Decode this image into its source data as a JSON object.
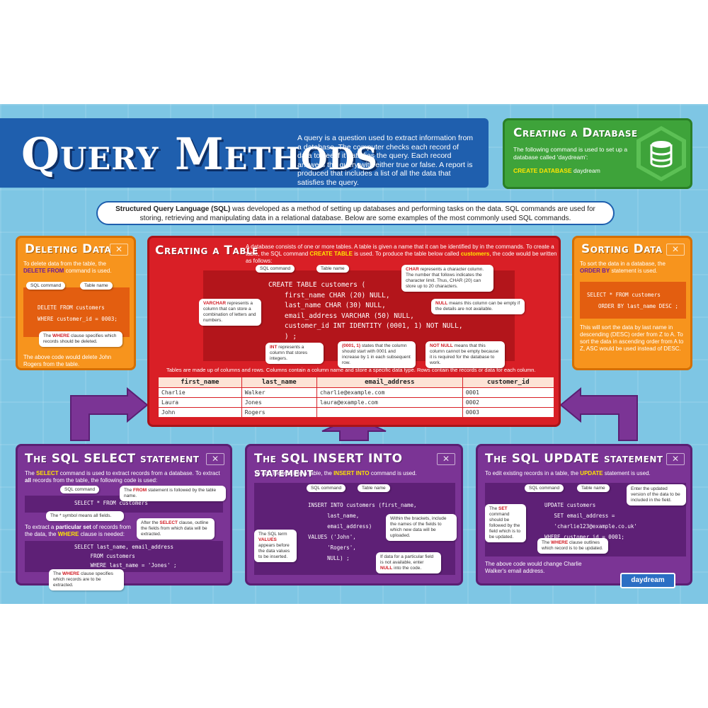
{
  "title": "Query Methods",
  "intro": "A query is a question used to extract information from a database. The computer checks each record of data to see if it satisfies the query. Each record answers the query with either true or false. A report is produced that includes a list of all the data that satisfies the query.",
  "sql_intro": {
    "lead": "Structured Query Language (SQL)",
    "rest": " was developed as a method of setting up databases and performing tasks on the data. SQL commands are used for storing, retrieving and manipulating data in a relational database. Below are some examples of the most commonly used SQL commands."
  },
  "creating_database": {
    "title": "Creating a Database",
    "text": "The following command is used to set up a database called 'daydream':",
    "command": "CREATE DATABASE",
    "arg": " daydream",
    "icon": "database-icon"
  },
  "deleting": {
    "title": "Deleting Data",
    "text_a": "To delete data from the table, the ",
    "kw": "DELETE FROM",
    "text_b": " command is used.",
    "label_cmd": "SQL command",
    "label_table": "Table name",
    "code1": "DELETE FROM customers",
    "code2": "WHERE customer_id = 0003;",
    "bubble_a": "The ",
    "bubble_kw": "WHERE",
    "bubble_b": " clause specifies which records should be deleted.",
    "footer": "The above code would delete John Rogers from the table."
  },
  "creating_table": {
    "title": "Creating a Table",
    "text_a": "A database consists of one or more tables. A table is given a name that it can be identified by in the commands. To create a table, the SQL command ",
    "kw": "CREATE TABLE",
    "text_b": " is used. To produce the table below called ",
    "kw2": "customers",
    "text_c": ", the code would be written as follows:",
    "label_cmd": "SQL command",
    "label_table": "Table name",
    "code": [
      "CREATE TABLE customers (",
      "    first_name CHAR (20) NULL,",
      "    last_name CHAR (30) NULL,",
      "    email_address VARCHAR (50) NULL,",
      "    customer_id INT IDENTITY (0001, 1) NOT NULL,",
      "    ) ;"
    ],
    "b_char_kw": "CHAR",
    "b_char": " represents a character column. The number that follows indicates the character limit. Thus, CHAR (20) can store up to 20 characters.",
    "b_varchar_kw": "VARCHAR",
    "b_varchar": " represents a column that can store a combination of letters and numbers.",
    "b_null_kw": "NULL",
    "b_null": " means this column can be empty if the details are not available.",
    "b_int_kw": "INT",
    "b_int": " represents a column that stores integers.",
    "b_ident_kw": "(0001, 1)",
    "b_ident": " states that the column should start with 0001 and increase by 1 in each subsequent row.",
    "b_notnull_kw": "NOT NULL",
    "b_notnull": " means that this column cannot be empty because it is required for the database to work.",
    "table_caption": "Tables are made up of columns and rows. Columns contain a column name and store a specific data type. Rows contain the records or data for each column.",
    "headers": [
      "first_name",
      "last_name",
      "email_address",
      "customer_id"
    ],
    "rows": [
      [
        "Charlie",
        "Walker",
        "charlie@example.com",
        "0001"
      ],
      [
        "Laura",
        "Jones",
        "laura@example.com",
        "0002"
      ],
      [
        "John",
        "Rogers",
        "",
        "0003"
      ]
    ]
  },
  "sorting": {
    "title": "Sorting Data",
    "text_a": "To sort the data in a database, the ",
    "kw": "ORDER BY",
    "text_b": " statement is used.",
    "code1": "SELECT * FROM customers",
    "code2": "ORDER BY last_name DESC ;",
    "footer": "This will sort the data by last name in descending (DESC) order from Z to A. To sort the data in ascending order from A to Z, ASC would be used instead of DESC."
  },
  "select": {
    "title": "The SQL SELECT statement",
    "text_a": "The ",
    "kw": "SELECT",
    "text_b": " command is used to extract records from a database. To extract ",
    "kw_all": "all",
    "text_c": " records from the table, the following code is used:",
    "label_cmd": "SQL command",
    "from_a": "The ",
    "from_kw": "FROM",
    "from_b": " statement is followed by the table name.",
    "code1": "SELECT * FROM customers",
    "star_note": "The * symbol means all fields.",
    "text2_a": "To extract a ",
    "kw_set": "particular set",
    "text2_b": " of records from the data, the ",
    "kw_where": "WHERE",
    "text2_c": " clause is needed:",
    "after_a": "After the ",
    "after_kw": "SELECT",
    "after_b": " clause, outline the fields from which data will be extracted.",
    "code2": "SELECT last_name, email_address\n     FROM customers\n     WHERE last_name = 'Jones' ;",
    "where_a": "The ",
    "where_kw": "WHERE",
    "where_b": " clause specifies which records are to be extracted."
  },
  "insert": {
    "title": "The SQL INSERT INTO statement",
    "text_a": "To add records into a table, the ",
    "kw": "INSERT INTO",
    "text_b": " command is used.",
    "label_cmd": "SQL command",
    "label_table": "Table name",
    "code": "INSERT INTO customers (first_name,\n      last_name,\n      email_address)\nVALUES ('John',\n      'Rogers',\n      NULL) ;",
    "b_values_a": "The SQL term ",
    "b_values_kw": "VALUES",
    "b_values_b": " appears before the data values to be inserted.",
    "b_brackets": "Within the brackets, include the names of the fields to which new data will be uploaded.",
    "b_null_a": "If data for a particular field is not available, enter ",
    "b_null_kw": "NULL",
    "b_null_b": " into the code."
  },
  "update": {
    "title": "The SQL UPDATE statement",
    "text_a": "To edit existing records in a table, the ",
    "kw": "UPDATE",
    "text_b": " statement is used.",
    "label_cmd": "SQL command",
    "label_table": "Table name",
    "code": "UPDATE customers\n   SET email_address =\n   'charlie123@example.co.uk'\nWHERE customer_id = 0001;",
    "b_set_a": "The ",
    "b_set_kw": "SET",
    "b_set_b": " command should be followed by the field which is to be updated.",
    "b_enter": "Enter the updated version of the data to be included in the field.",
    "b_where_a": "The ",
    "b_where_kw": "WHERE",
    "b_where_b": " clause outlines which record is to be updated.",
    "footer": "The above code would change Charlie Walker's email address."
  },
  "logo": "daydream",
  "close_glyph": "✕",
  "colors": {
    "background": "#7ec6e4",
    "title_banner": "#1f5fae",
    "green": "#3ea33a",
    "orange": "#f7941d",
    "red": "#d91f26",
    "purple": "#7b3495",
    "keyword_yellow": "#ffe600"
  }
}
